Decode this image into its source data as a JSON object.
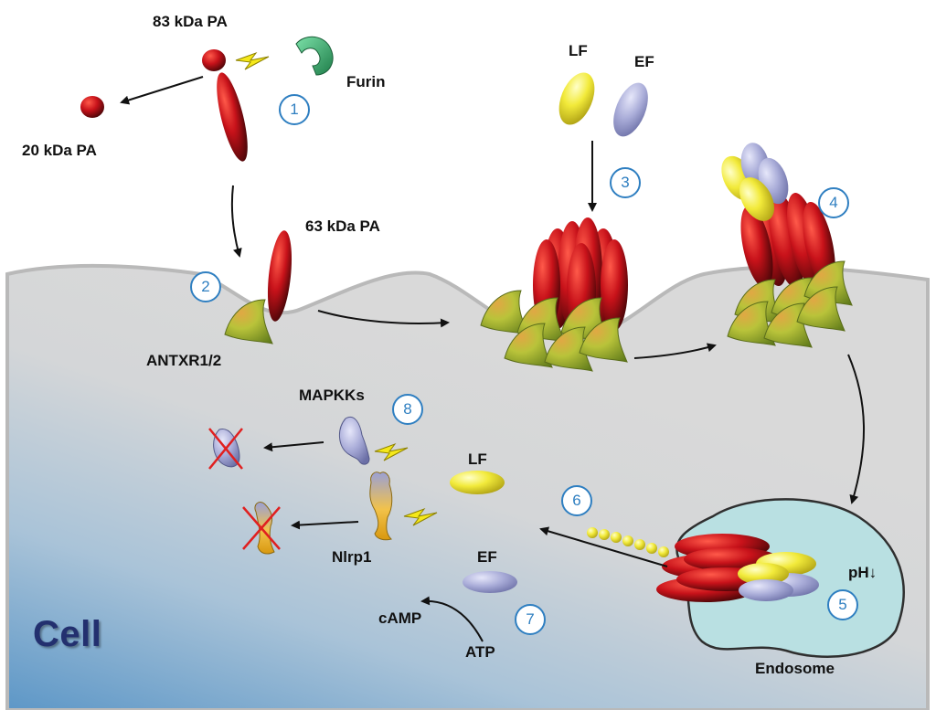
{
  "labels": {
    "pa83": "83 kDa PA",
    "furin": "Furin",
    "pa20": "20 kDa PA",
    "pa63": "63 kDa PA",
    "antxr": "ANTXR1/2",
    "lf_top": "LF",
    "ef_top": "EF",
    "mapkks": "MAPKKs",
    "lf_cyto": "LF",
    "nlrp1": "Nlrp1",
    "ef_cyto": "EF",
    "camp": "cAMP",
    "atp": "ATP",
    "ph": "pH↓",
    "endosome": "Endosome",
    "cell": "Cell"
  },
  "steps": [
    "1",
    "2",
    "3",
    "4",
    "5",
    "6",
    "7",
    "8"
  ],
  "colors": {
    "pa": "#c8121a",
    "receptor": "#a9c23a",
    "lf": "#f2ea3a",
    "ef": "#a9acd8",
    "furin": "#2fa86a",
    "endosome": "#b9e0e2",
    "step_circle": "#2f7fc1",
    "cell_title": "#23306f",
    "inhibit_x": "#e02020"
  }
}
